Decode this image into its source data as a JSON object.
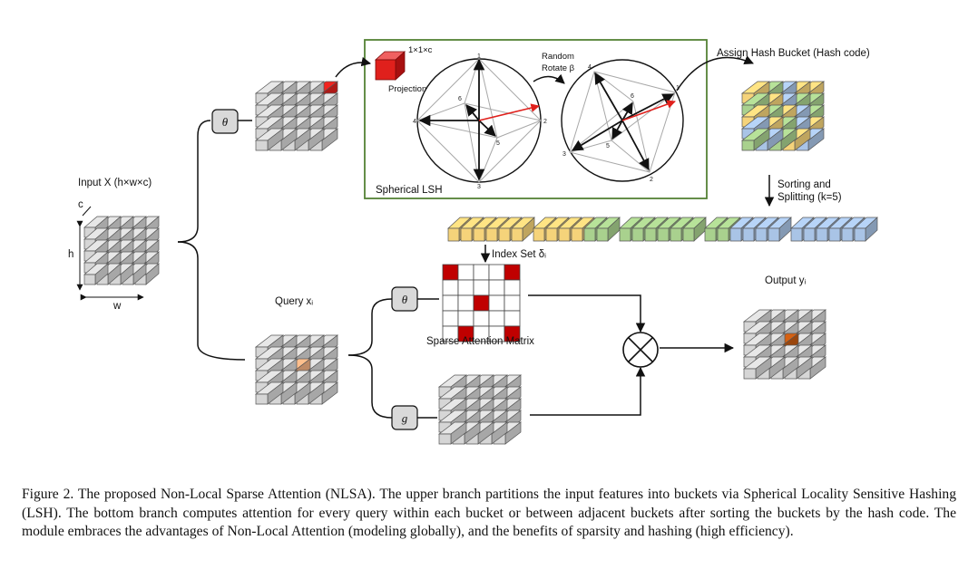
{
  "figure": {
    "input_label": "Input X (h×w×c)",
    "dim_c": "c",
    "dim_h": "h",
    "dim_w": "w",
    "theta_op": "θ",
    "g_op": "g",
    "projection_dim": "1×1×c",
    "projection_label": "Projection",
    "random_rotate_label_1": "Random",
    "random_rotate_label_2": "Rotate β",
    "spherical_lsh_label": "Spherical LSH",
    "assign_hash_label": "Assign Hash Bucket (Hash code)",
    "sorting_label_1": "Sorting and",
    "sorting_label_2": "Splitting (k=5)",
    "index_set_label": "Index Set δᵢ",
    "sparse_matrix_label": "Sparse Attention Matrix",
    "query_label": "Query xᵢ",
    "output_label": "Output yᵢ",
    "circle1_ticks": [
      "1",
      "2",
      "3",
      "4",
      "5",
      "6"
    ],
    "circle2_ticks": [
      "1",
      "2",
      "3",
      "4",
      "5",
      "6"
    ]
  },
  "colors": {
    "cube_gray": "#d6d6d6",
    "highlight_red": "#e0201c",
    "bucket_yellow": "#f5d37a",
    "bucket_green": "#a9d18e",
    "bucket_blue": "#a9c4e6",
    "matrix_red": "#c00000",
    "frame_green": "#548235",
    "query_orange": "#f4b183",
    "output_orange": "#c55a11"
  },
  "caption": "Figure 2. The proposed Non-Local Sparse Attention (NLSA). The upper branch partitions the input features into buckets via Spherical Locality Sensitive Hashing (LSH). The bottom branch computes attention for every query within each bucket or between adjacent buckets after sorting the buckets by the hash code. The module embraces the advantages of Non-Local Attention (modeling globally), and the benefits of sparsity and hashing (high efficiency)."
}
